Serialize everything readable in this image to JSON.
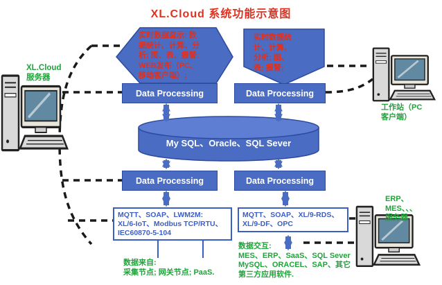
{
  "title": "XL.Cloud 系统功能示意图",
  "colors": {
    "shape_blue": "#4a6cc2",
    "shape_border_blue": "#2c4a9e",
    "callout_text_red": "#e0301e",
    "label_green": "#1fa43a",
    "protocol_text_blue": "#3b5ec4",
    "connector_black": "#1a1a1a"
  },
  "nodes": {
    "server": {
      "label": "XL.Cloud\n服务器"
    },
    "callout_left": {
      "text": "实时数据显示: 数\n据统计、计算、分\n析; 图、表、报警;\nWEB发布（PC、\n移动客户端）;"
    },
    "callout_right": {
      "text": "实时数据统\n计、计算、\n分析; 图、\n表; 报警;"
    },
    "data_processing": {
      "label": "Data Processing"
    },
    "database": {
      "label": "My SQL、Oracle、SQL Sever"
    },
    "protocols_left": {
      "text": "MQTT、SOAP、LWM2M:\nXL/6-IoT、Modbus TCP/RTU、\nIEC60870-5-104"
    },
    "protocols_right": {
      "text": "MQTT、SOAP、XL/9-RDS、\nXL/9-DF、OPC"
    },
    "workstation": {
      "label": "工作站（PC\n客户端）"
    },
    "erp_server": {
      "label": "ERP、\nMES、、、\n服务器"
    },
    "data_source": {
      "text": "数据来自:\n采集节点; 网关节点; PaaS."
    },
    "data_exchange": {
      "text": "数据交互:\nMES、ERP、SaaS、SQL Sever\nMySQL、ORACEL、SAP、其它\n第三方应用软件."
    }
  }
}
